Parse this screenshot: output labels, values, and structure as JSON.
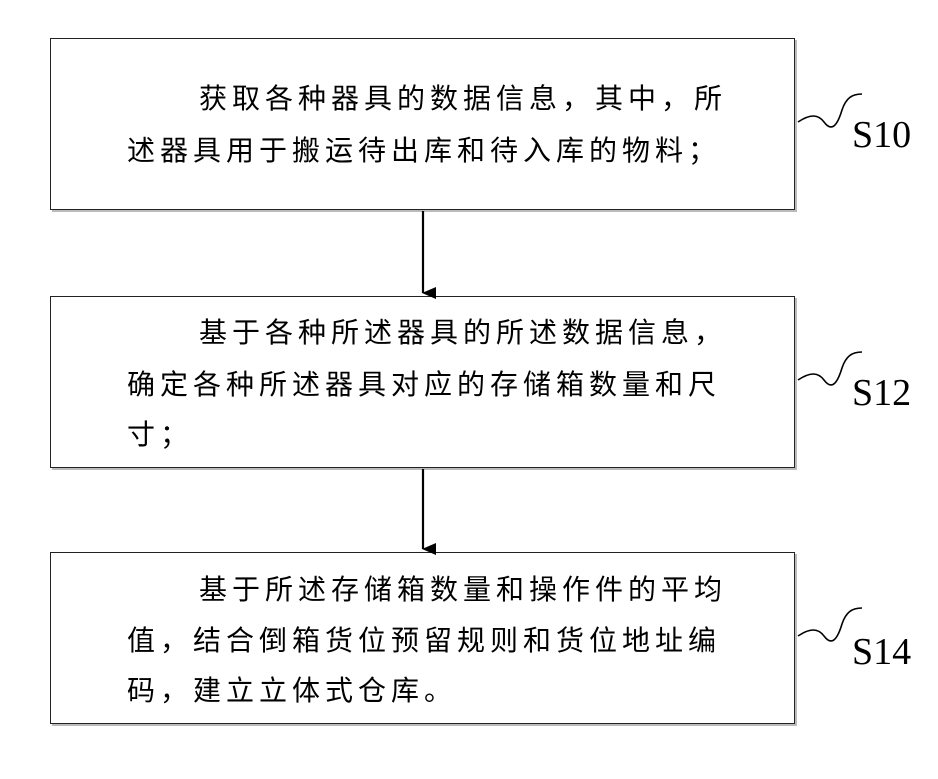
{
  "steps": [
    {
      "id": "S10",
      "lines": [
        "获取各种器具的数据信息，其中，所",
        "述器具用于搬运待出库和待入库的物料；"
      ]
    },
    {
      "id": "S12",
      "lines": [
        "基于各种所述器具的所述数据信息，",
        "确定各种所述器具对应的存储箱数量和尺",
        "寸；"
      ]
    },
    {
      "id": "S14",
      "lines": [
        "基于所述存储箱数量和操作件的平均",
        "值，结合倒箱货位预留规则和货位地址编",
        "码，建立立体式仓库。"
      ]
    }
  ]
}
